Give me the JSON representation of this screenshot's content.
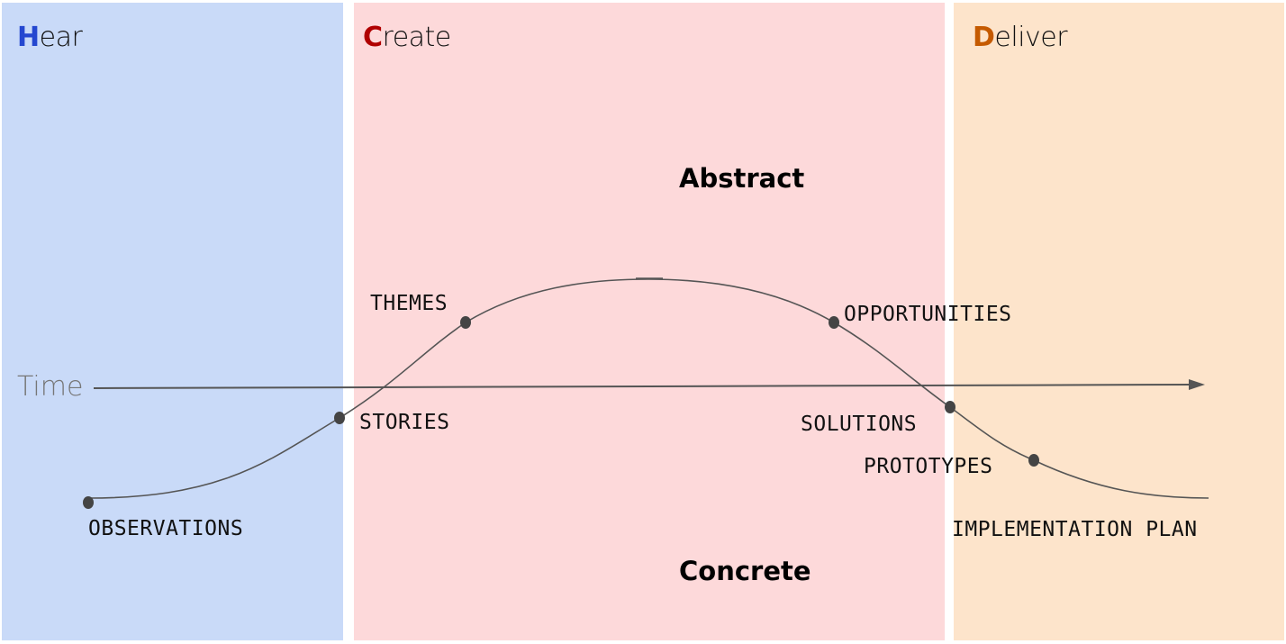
{
  "phases": [
    {
      "initial": "H",
      "rest": "ear",
      "panel_color": "#c9daf8",
      "initial_color": "#2447d0"
    },
    {
      "initial": "C",
      "rest": "reate",
      "panel_color": "#fdd9da",
      "initial_color": "#b00000"
    },
    {
      "initial": "D",
      "rest": "eliver",
      "panel_color": "#fde4cb",
      "initial_color": "#c55a00"
    }
  ],
  "axis_labels": {
    "top": "Abstract",
    "bottom": "Concrete",
    "time": "Time"
  },
  "points": [
    "OBSERVATIONS",
    "STORIES",
    "THEMES",
    "OPPORTUNITIES",
    "SOLUTIONS",
    "PROTOTYPES",
    "IMPLEMENTATION PLAN"
  ]
}
